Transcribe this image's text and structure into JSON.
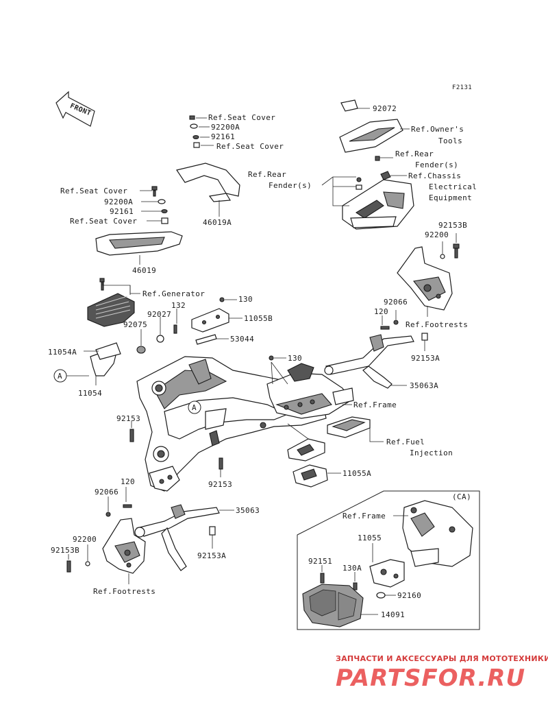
{
  "diagram": {
    "code": "F2131",
    "front_label": "FRONT",
    "labels": {
      "ref_seat_cover_1": "Ref.Seat Cover",
      "n92200A_1": "92200A",
      "n92161_1": "92161",
      "ref_seat_cover_2": "Ref.Seat Cover",
      "n92072": "92072",
      "ref_owners_tools_1": "Ref.Owner's",
      "ref_owners_tools_2": "Tools",
      "ref_rear_fender_r_1": "Ref.Rear",
      "ref_rear_fender_r_2": "Fender(s)",
      "ref_chassis_1": "Ref.Chassis",
      "ref_chassis_2": "Electrical",
      "ref_chassis_3": "Equipment",
      "ref_rear_fender_l_1": "Ref.Rear",
      "ref_rear_fender_l_2": "Fender(s)",
      "n46019A": "46019A",
      "ref_seat_cover_3": "Ref.Seat Cover",
      "n92200A_2": "92200A",
      "n92161_2": "92161",
      "ref_seat_cover_4": "Ref.Seat Cover",
      "n46019": "46019",
      "n92153B_r": "92153B",
      "n92200_r": "92200",
      "ref_generator": "Ref.Generator",
      "n130_a": "130",
      "n132": "132",
      "n92027": "92027",
      "n11055B": "11055B",
      "n92075": "92075",
      "n53044": "53044",
      "n92066_r": "92066",
      "n120_r": "120",
      "ref_footrests_r": "Ref.Footrests",
      "n11054A": "11054A",
      "n130_b": "130",
      "n92153A_r": "92153A",
      "circle_a_1": "A",
      "n11054": "11054",
      "n35063A": "35063A",
      "circle_a_2": "A",
      "ref_frame_1": "Ref.Frame",
      "n92153_a": "92153",
      "ref_fuel_1": "Ref.Fuel",
      "ref_fuel_2": "Injection",
      "n11055A": "11055A",
      "n92153_b": "92153",
      "n120_l": "120",
      "n92066_l": "92066",
      "n35063": "35063",
      "ca_label": "(CA)",
      "ref_frame_2": "Ref.Frame",
      "n11055": "11055",
      "n92200_l": "92200",
      "n92153B_l": "92153B",
      "n92153A_l": "92153A",
      "n92151": "92151",
      "n130A": "130A",
      "n92160": "92160",
      "n14091": "14091",
      "ref_footrests_l": "Ref.Footrests"
    }
  },
  "watermark": {
    "tagline": "ЗАПЧАСТИ И АКСЕССУАРЫ ДЛЯ МОТОТЕХНИКИ",
    "brand": "PARTSFOR.RU",
    "color": "#e94b4b"
  }
}
